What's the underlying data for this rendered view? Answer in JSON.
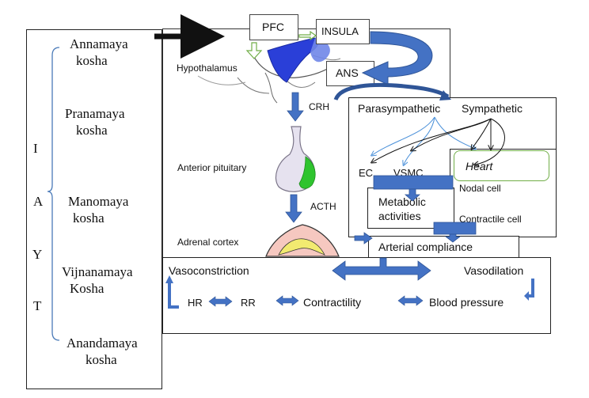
{
  "koshas": [
    {
      "line1": "Annamaya",
      "line2": "kosha"
    },
    {
      "line1": "Pranamaya",
      "line2": "kosha"
    },
    {
      "line1": "Manomaya",
      "line2": "kosha"
    },
    {
      "line1": "Vijnanamaya",
      "line2": "Kosha"
    },
    {
      "line1": "Anandamaya",
      "line2": "kosha"
    }
  ],
  "iayt_letters": [
    "I",
    "A",
    "Y",
    "T"
  ],
  "brain": {
    "pfc": "PFC",
    "insula": "INSULA",
    "ans": "ANS",
    "hypothalamus": "Hypothalamus",
    "crh": "CRH",
    "anterior_pituitary": "Anterior pituitary",
    "acth": "ACTH",
    "adrenal_cortex": "Adrenal cortex"
  },
  "ans_panel": {
    "parasympathetic": "Parasympathetic",
    "sympathetic": "Sympathetic",
    "ec": "EC",
    "vsmc": "VSMC",
    "heart": "Heart",
    "nodal_cell": "Nodal cell",
    "contractile_cell": "Contractile cell",
    "metabolic_activities": "Metabolic activities",
    "arterial_compliance": "Arterial compliance"
  },
  "bottom_panel": {
    "vasoconstriction": "Vasoconstriction",
    "vasodilation": "Vasodilation",
    "hr": "HR",
    "rr": "RR",
    "contractility": "Contractility",
    "blood_pressure": "Blood pressure"
  },
  "colors": {
    "arrow_blue": "#4472c4",
    "arrow_dark_blue": "#2f5597",
    "insula_blue": "#1f3bd6",
    "green": "#70ad47",
    "heart_border": "#70ad47"
  }
}
